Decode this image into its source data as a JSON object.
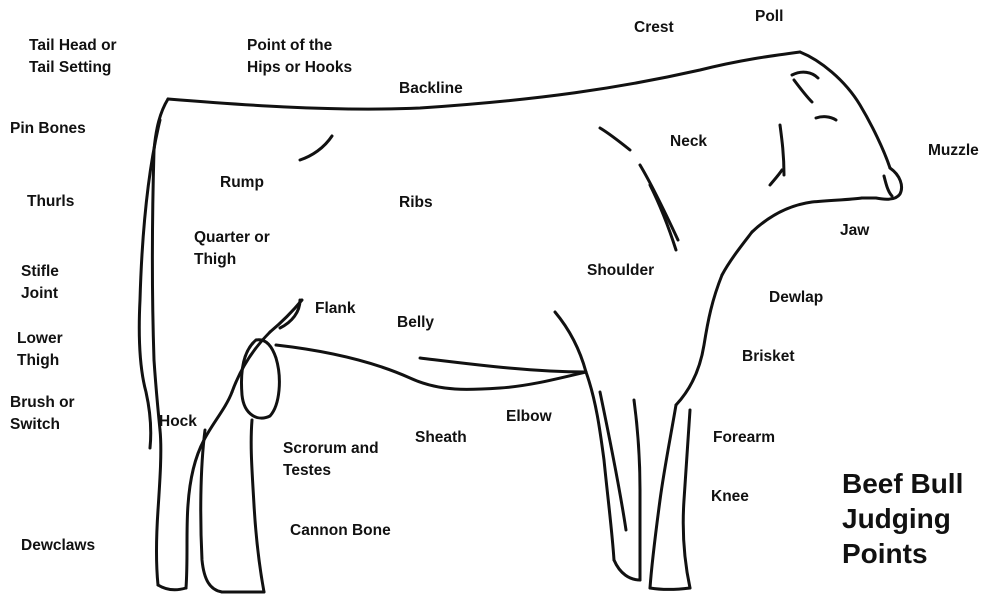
{
  "title": [
    "Beef Bull",
    "Judging",
    "Points"
  ],
  "labels": {
    "crest": [
      "Crest"
    ],
    "poll": [
      "Poll"
    ],
    "tail_head": [
      "Tail Head or",
      "Tail Setting"
    ],
    "hips": [
      "Point of the",
      "Hips or Hooks"
    ],
    "backline": [
      "Backline"
    ],
    "pin_bones": [
      "Pin Bones"
    ],
    "neck": [
      "Neck"
    ],
    "muzzle": [
      "Muzzle"
    ],
    "rump": [
      "Rump"
    ],
    "thurls": [
      "Thurls"
    ],
    "ribs": [
      "Ribs"
    ],
    "jaw": [
      "Jaw"
    ],
    "quarter": [
      "Quarter or",
      "Thigh"
    ],
    "stifle": [
      "Stifle",
      "Joint"
    ],
    "shoulder": [
      "Shoulder"
    ],
    "dewlap": [
      "Dewlap"
    ],
    "flank": [
      "Flank"
    ],
    "belly": [
      "Belly"
    ],
    "lower_thigh": [
      "Lower",
      "Thigh"
    ],
    "brisket": [
      "Brisket"
    ],
    "brush": [
      "Brush or",
      "Switch"
    ],
    "hock": [
      "Hock"
    ],
    "elbow": [
      "Elbow"
    ],
    "forearm": [
      "Forearm"
    ],
    "sheath": [
      "Sheath"
    ],
    "scrotum": [
      "Scrorum and",
      "Testes"
    ],
    "knee": [
      "Knee"
    ],
    "cannon_bone": [
      "Cannon Bone"
    ],
    "dewclaws": [
      "Dewclaws"
    ]
  }
}
